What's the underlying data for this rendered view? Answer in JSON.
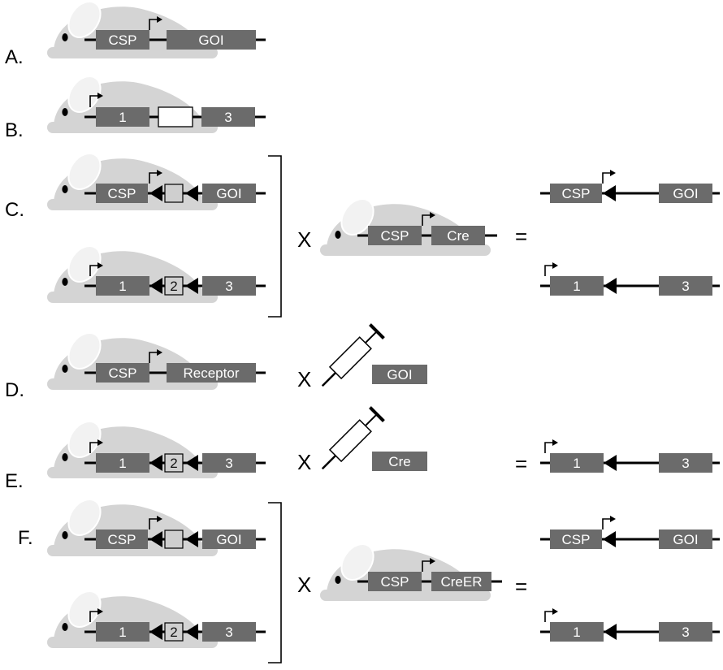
{
  "rows": {
    "A": {
      "letter": "A.",
      "promoter": "CSP",
      "gene": "GOI"
    },
    "B": {
      "letter": "B.",
      "exon1": "1",
      "exon3": "3"
    },
    "C": {
      "letter": "C.",
      "top": {
        "promoter": "CSP",
        "gene": "GOI"
      },
      "bottom": {
        "exon1": "1",
        "exon2": "2",
        "exon3": "3"
      },
      "cross": "X",
      "driver": {
        "promoter": "CSP",
        "gene": "Cre"
      },
      "equals": "=",
      "result_top": {
        "promoter": "CSP",
        "gene": "GOI"
      },
      "result_bottom": {
        "exon1": "1",
        "exon3": "3"
      }
    },
    "D": {
      "letter": "D.",
      "promoter": "CSP",
      "gene": "Receptor",
      "cross": "X",
      "injected": "GOI"
    },
    "E": {
      "letter": "E.",
      "exon1": "1",
      "exon2": "2",
      "exon3": "3",
      "cross": "X",
      "injected": "Cre",
      "equals": "=",
      "result": {
        "exon1": "1",
        "exon3": "3"
      }
    },
    "F": {
      "letter": "F.",
      "top": {
        "promoter": "CSP",
        "gene": "GOI"
      },
      "bottom": {
        "exon1": "1",
        "exon2": "2",
        "exon3": "3"
      },
      "cross": "X",
      "driver": {
        "promoter": "CSP",
        "gene": "CreER"
      },
      "equals": "=",
      "result_top": {
        "promoter": "CSP",
        "gene": "GOI"
      },
      "result_bottom": {
        "exon1": "1",
        "exon3": "3"
      }
    }
  },
  "colors": {
    "mouse": "#d4d4d4",
    "mouse_ear": "#f2f2f2",
    "box": "#6b6b6b",
    "stop_box": "#cfcfcf",
    "empty_box": "#ffffff",
    "line": "#000000"
  }
}
